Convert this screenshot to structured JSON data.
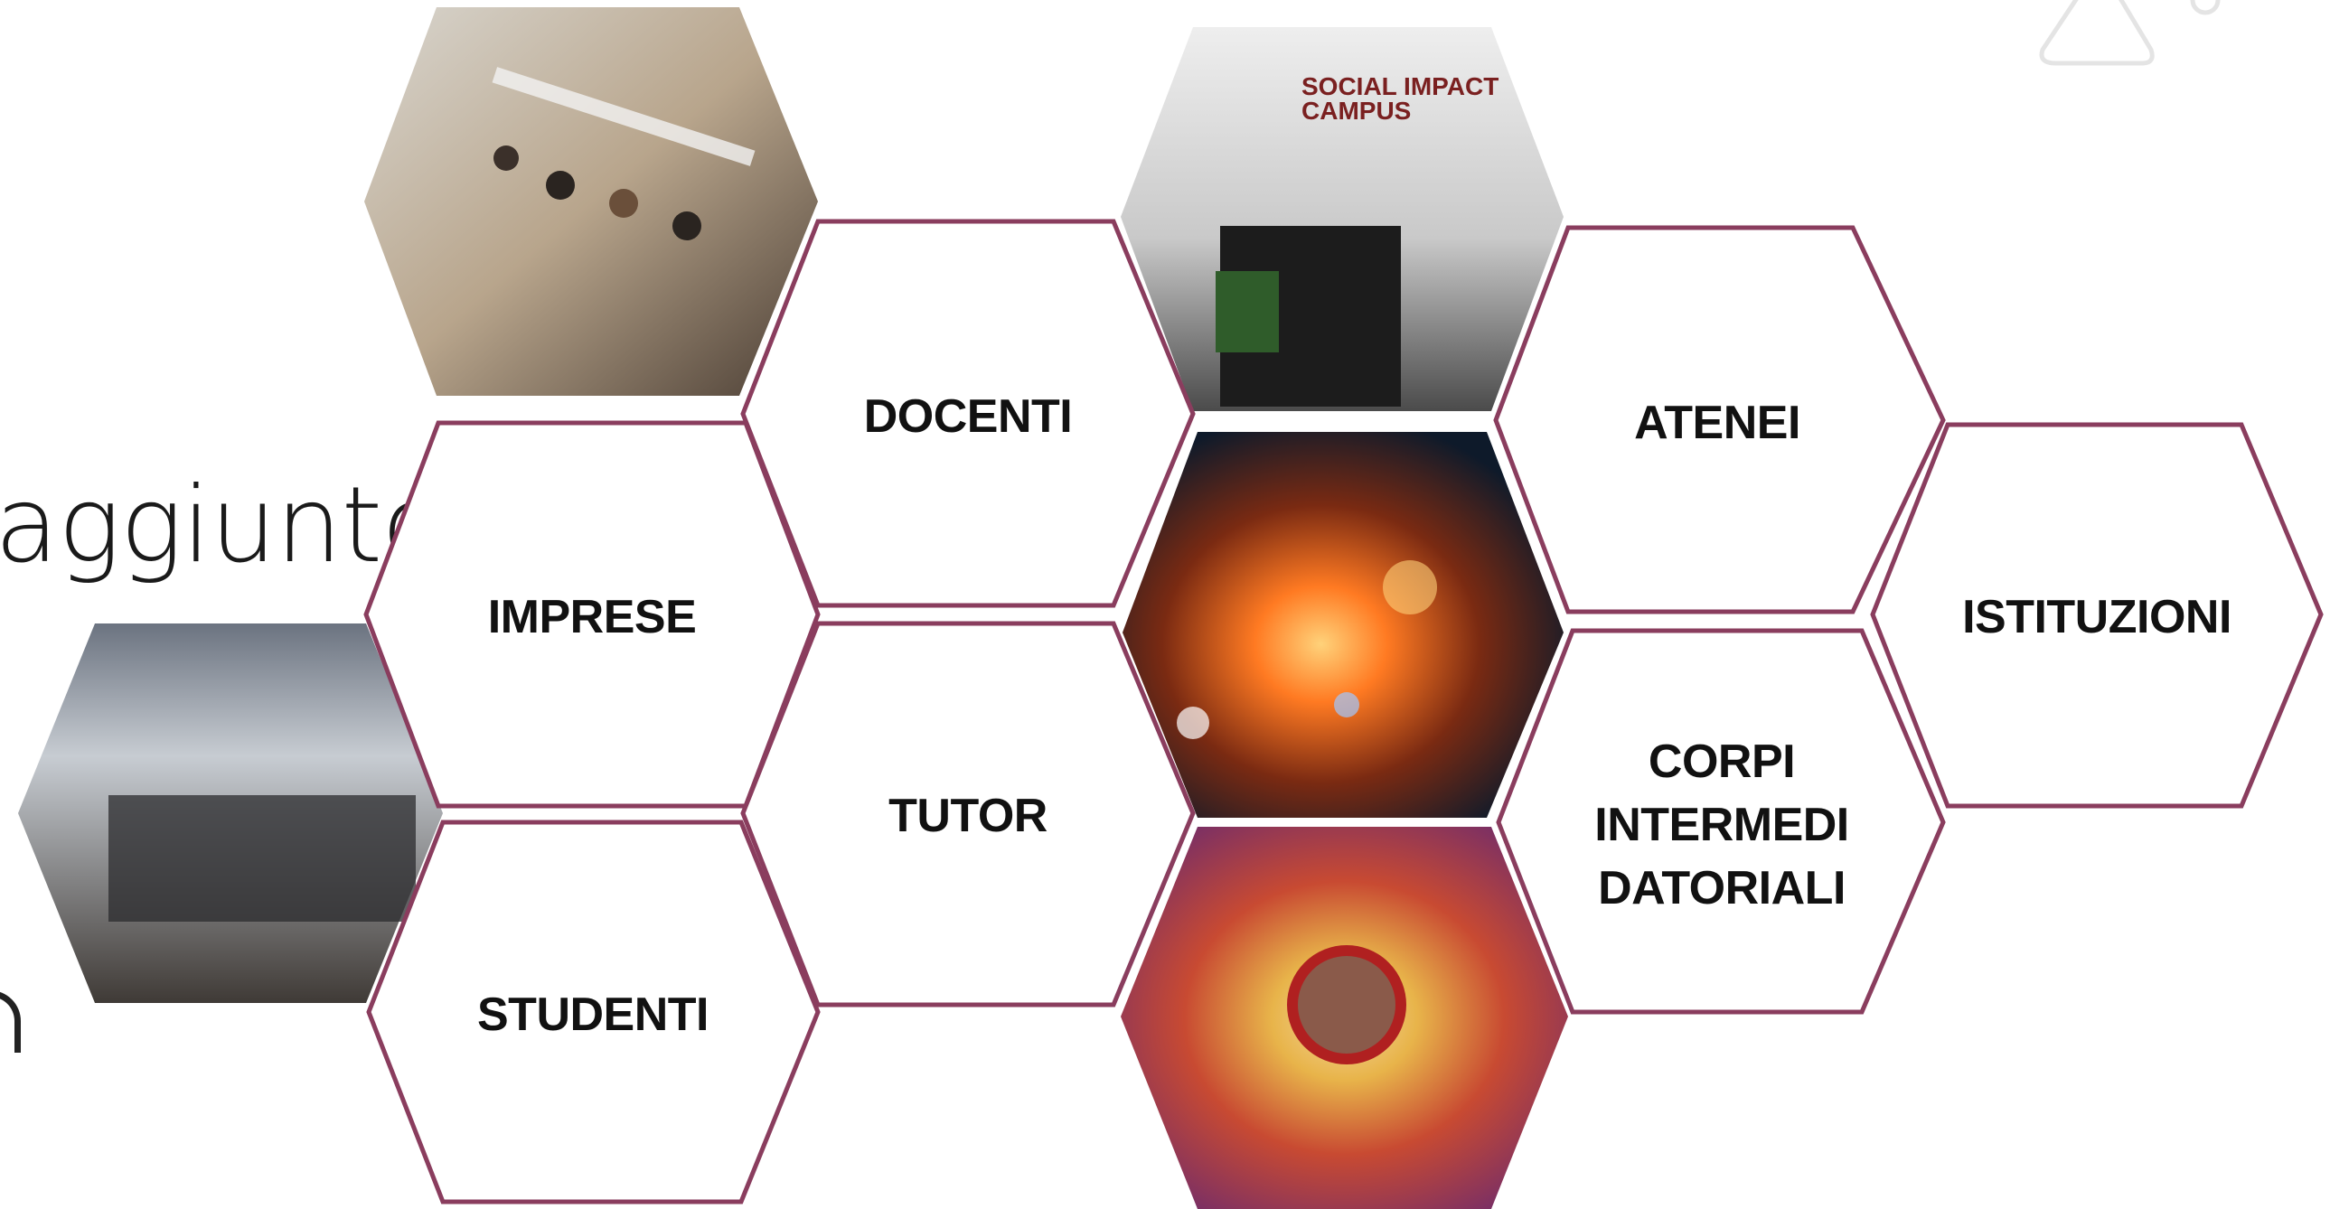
{
  "background_text": {
    "partial_word": "aggiunto"
  },
  "colors": {
    "hex_border": "#8a3d5e",
    "hex_fill": "#ffffff",
    "label": "#111111"
  },
  "hexagons": [
    {
      "name": "hex-label-docenti",
      "lines": [
        "DOCENTI"
      ]
    },
    {
      "name": "hex-label-imprese",
      "lines": [
        "IMPRESE"
      ]
    },
    {
      "name": "hex-label-tutor",
      "lines": [
        "TUTOR"
      ]
    },
    {
      "name": "hex-label-studenti",
      "lines": [
        "STUDENTI"
      ]
    },
    {
      "name": "hex-label-atenei",
      "lines": [
        "ATENEI"
      ]
    },
    {
      "name": "hex-label-istituzioni",
      "lines": [
        "ISTITUZIONI"
      ]
    },
    {
      "name": "hex-label-corpi-intermedi-datoriali",
      "lines": [
        "CORPI",
        "INTERMEDI",
        "DATORIALI"
      ]
    }
  ],
  "photos": [
    {
      "name": "photo-conference-room",
      "icon": "meeting-photo"
    },
    {
      "name": "photo-social-impact-campus",
      "icon": "campus-photo",
      "text": [
        "SOCIAL IMPACT",
        "CAMPUS"
      ]
    },
    {
      "name": "photo-group-standing",
      "icon": "group-photo"
    },
    {
      "name": "photo-neural-network",
      "icon": "abstract-network-photo"
    },
    {
      "name": "photo-string-art",
      "icon": "string-art-photo"
    }
  ],
  "logo": {
    "icon": "logo-watermark-icon"
  }
}
